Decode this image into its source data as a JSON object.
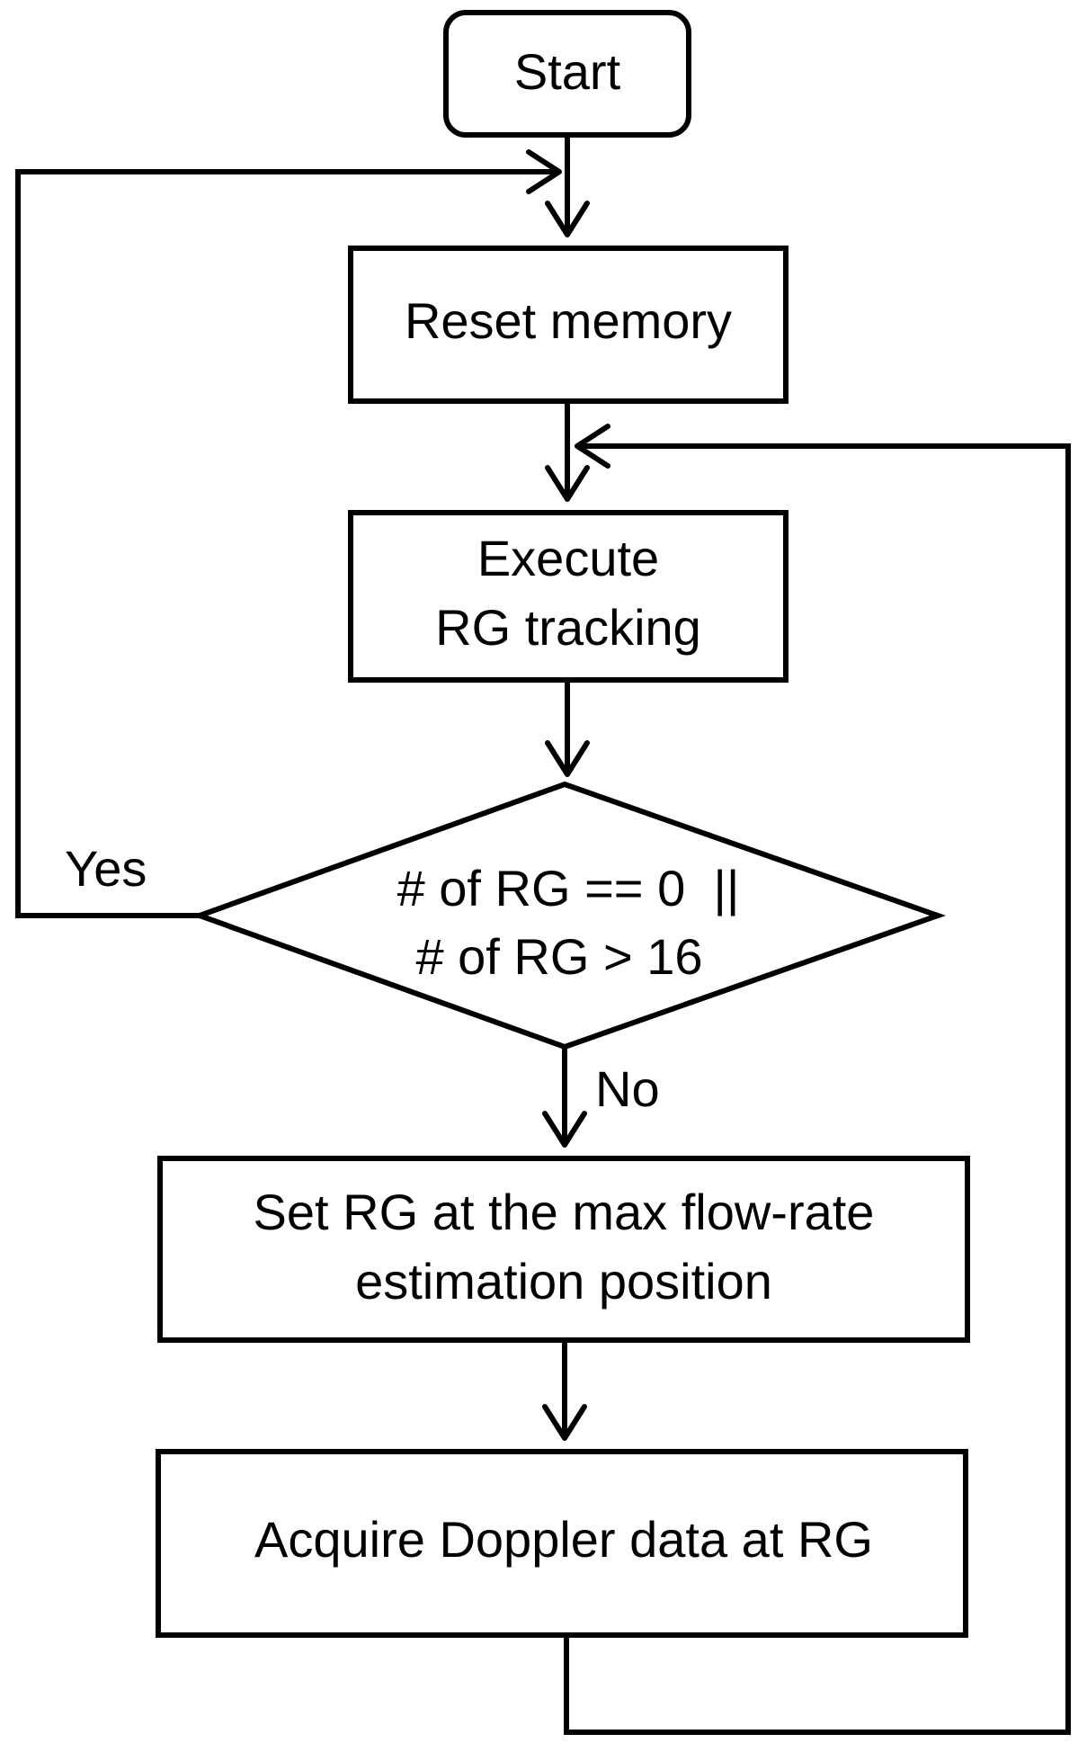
{
  "nodes": {
    "start": {
      "type": "terminal",
      "lines": [
        "Start"
      ]
    },
    "reset": {
      "type": "process",
      "lines": [
        "Reset memory"
      ]
    },
    "execute": {
      "type": "process",
      "lines": [
        "Execute",
        "RG tracking"
      ]
    },
    "decision": {
      "type": "decision",
      "lines": [
        "# of RG == 0  ||",
        "# of RG > 16"
      ]
    },
    "set_rg": {
      "type": "process",
      "lines": [
        "Set RG at the max flow-rate",
        "estimation position"
      ]
    },
    "acquire": {
      "type": "process",
      "lines": [
        "Acquire Doppler data at RG"
      ]
    }
  },
  "edges": {
    "yes_label": "Yes",
    "no_label": "No"
  },
  "colors": {
    "line": "#000000",
    "background": "#ffffff"
  }
}
